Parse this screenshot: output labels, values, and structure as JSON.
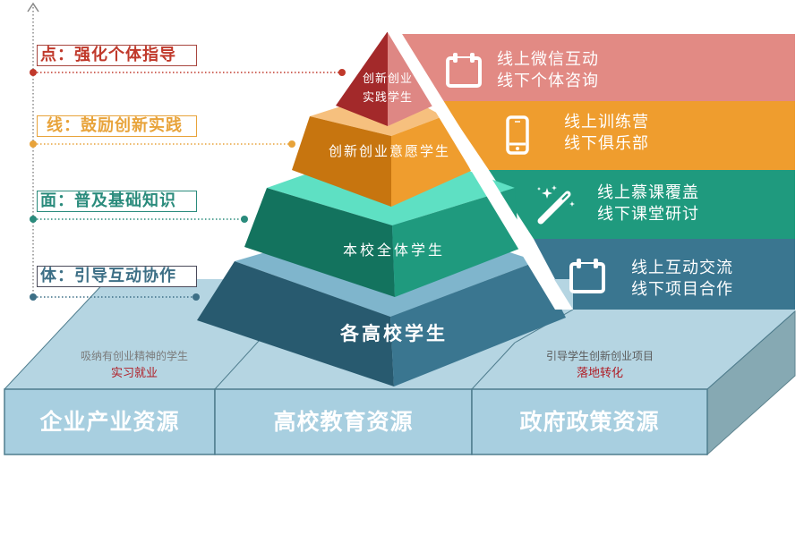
{
  "colors": {
    "point": "#c0392b",
    "line": "#e8a33a",
    "surface": "#2a8b7c",
    "body": "#3d6f86",
    "band1": "#e28a84",
    "band2": "#ef9d2e",
    "band3": "#1f9a7e",
    "band4": "#3a7690",
    "platform_top": "#b5d5e2",
    "platform_front": "#a8cfe0",
    "platform_side": "#86a9b3",
    "accent_red": "#b01c25"
  },
  "axis_labels": [
    {
      "text": "点：强化个体指导",
      "color": "#c0392b"
    },
    {
      "text": "线：鼓励创新实践",
      "color": "#e8a33a"
    },
    {
      "text": "面：普及基础知识",
      "color": "#2a8b7c"
    },
    {
      "text": "体：引导互动协作",
      "color": "#3d6f86"
    }
  ],
  "pyramid": {
    "tiers": [
      {
        "line1": "创新创业",
        "line2": "实践学生"
      },
      {
        "label": "创新创业意愿学生"
      },
      {
        "label": "本校全体学生"
      },
      {
        "label": "各高校学生"
      }
    ]
  },
  "bands": [
    {
      "icon": "calendar-icon",
      "line1": "线上微信互动",
      "line2": "线下个体咨询"
    },
    {
      "icon": "smartphone-icon",
      "line1": "线上训练营",
      "line2": "线下俱乐部"
    },
    {
      "icon": "magic-wand-icon",
      "line1": "线上慕课覆盖",
      "line2": "线下课堂研讨"
    },
    {
      "icon": "calendar-icon",
      "line1": "线上互动交流",
      "line2": "线下项目合作"
    }
  ],
  "platform": {
    "blocks": [
      {
        "label": "企业产业资源",
        "note": "吸纳有创业精神的学生",
        "highlight": "实习就业"
      },
      {
        "label": "高校教育资源"
      },
      {
        "label": "政府政策资源",
        "note": "引导学生创新创业项目",
        "highlight": "落地转化"
      }
    ]
  }
}
